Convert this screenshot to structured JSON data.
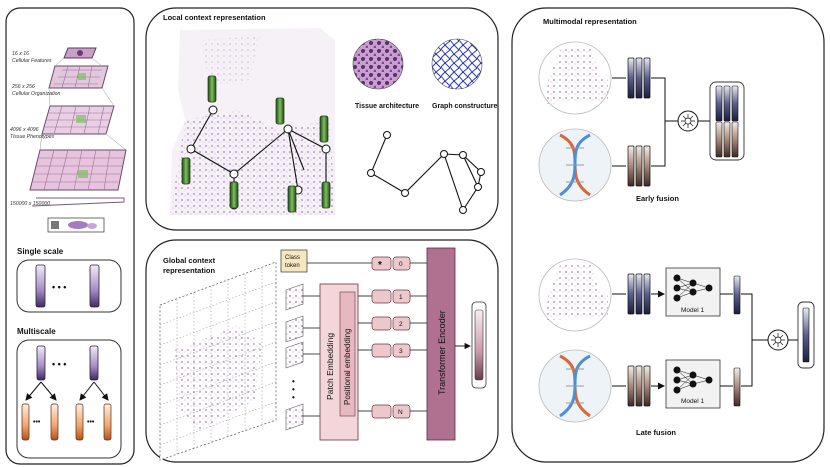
{
  "left_panel": {
    "pyramid": {
      "level_1": {
        "size": "16 x 16",
        "name": "Cellular Features"
      },
      "level_2": {
        "size": "256 x 256",
        "name": "Cellular Organization"
      },
      "level_3": {
        "size": "4096 x 4096",
        "name": "Tissue Phenotypes"
      },
      "base": {
        "size": "150000 x 150000"
      }
    },
    "single_scale": {
      "title": "Single scale",
      "dots": "• • •"
    },
    "multiscale": {
      "title": "Multiscale",
      "dots": "• • •",
      "dots_small": "•••"
    }
  },
  "local_context": {
    "title": "Local context representation",
    "tissue_architecture": "Tissue architecture",
    "graph_construction": "Graph constructure"
  },
  "global_context": {
    "title_line1": "Global context",
    "title_line2": "representation",
    "class_token_line1": "Class",
    "class_token_line2": "token",
    "star": "*",
    "positions": [
      "0",
      "1",
      "2",
      "3",
      "N"
    ],
    "patch_embedding": "Patch Embedding",
    "positional_embedding": "Positional embedding",
    "transformer_encoder": "Transformer Encoder",
    "dots": "•\n•\n•"
  },
  "multimodal": {
    "title": "Multimodal representation",
    "early_fusion": "Early fusion",
    "late_fusion": "Late fusion",
    "model_label_a": "Model 1",
    "model_label_b": "Model 1"
  },
  "colors": {
    "green_token": "#3d7a2c",
    "purple_token": "#6b4e86",
    "brown_token": "#7a5a48",
    "orange_token": "#d77a3a",
    "encoder": "#b07090",
    "embedding": "#f3d6d9",
    "tissue": "#b58bc0"
  }
}
